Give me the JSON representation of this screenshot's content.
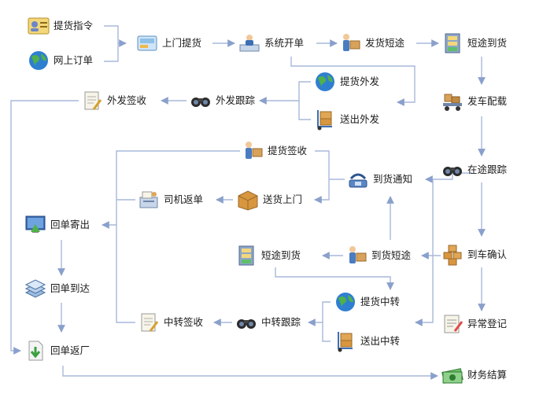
{
  "nodes": [
    {
      "id": "pickup-order",
      "label": "提货指令",
      "icon": "id-card-icon"
    },
    {
      "id": "online-order",
      "label": "网上订单",
      "icon": "globe-icon"
    },
    {
      "id": "door-pickup",
      "label": "上门提货",
      "icon": "delivery-box-icon"
    },
    {
      "id": "system-order",
      "label": "系统开单",
      "icon": "computer-operator-icon"
    },
    {
      "id": "ship-short",
      "label": "发货短途",
      "icon": "courier-icon"
    },
    {
      "id": "short-arrive-1",
      "label": "短途到货",
      "icon": "file-cabinet-icon"
    },
    {
      "id": "dispatch-load",
      "label": "发车配载",
      "icon": "loaded-cart-icon"
    },
    {
      "id": "transit-track",
      "label": "在途跟踪",
      "icon": "binoculars-icon"
    },
    {
      "id": "arrival-confirm",
      "label": "到车确认",
      "icon": "boxes-icon"
    },
    {
      "id": "exception-reg",
      "label": "异常登记",
      "icon": "clipboard-pen-icon"
    },
    {
      "id": "finance-settle",
      "label": "财务结算",
      "icon": "money-icon"
    },
    {
      "id": "pickup-outsource",
      "label": "提货外发",
      "icon": "globe-icon"
    },
    {
      "id": "delivery-outsource",
      "label": "送出外发",
      "icon": "hand-truck-icon"
    },
    {
      "id": "outsource-track",
      "label": "外发跟踪",
      "icon": "binoculars-icon"
    },
    {
      "id": "outsource-sign",
      "label": "外发签收",
      "icon": "notepad-pen-icon"
    },
    {
      "id": "pickup-sign",
      "label": "提货签收",
      "icon": "courier-icon"
    },
    {
      "id": "arrival-notice",
      "label": "到货通知",
      "icon": "telephone-icon"
    },
    {
      "id": "home-delivery",
      "label": "送货上门",
      "icon": "cardboard-box-icon"
    },
    {
      "id": "driver-return",
      "label": "司机返单",
      "icon": "register-icon"
    },
    {
      "id": "receipt-send",
      "label": "回单寄出",
      "icon": "monitor-download-icon"
    },
    {
      "id": "receipt-arrive",
      "label": "回单到达",
      "icon": "document-stack-icon"
    },
    {
      "id": "receipt-return",
      "label": "回单返厂",
      "icon": "document-download-icon"
    },
    {
      "id": "short-arrive-2",
      "label": "短途到货",
      "icon": "file-cabinet-icon"
    },
    {
      "id": "arrival-short",
      "label": "到货短途",
      "icon": "courier-icon"
    },
    {
      "id": "pickup-transfer",
      "label": "提货中转",
      "icon": "globe-icon"
    },
    {
      "id": "delivery-transfer",
      "label": "送出中转",
      "icon": "hand-truck-icon"
    },
    {
      "id": "transfer-track",
      "label": "中转跟踪",
      "icon": "binoculars-icon"
    },
    {
      "id": "transfer-sign",
      "label": "中转签收",
      "icon": "notepad-pen-icon"
    }
  ]
}
